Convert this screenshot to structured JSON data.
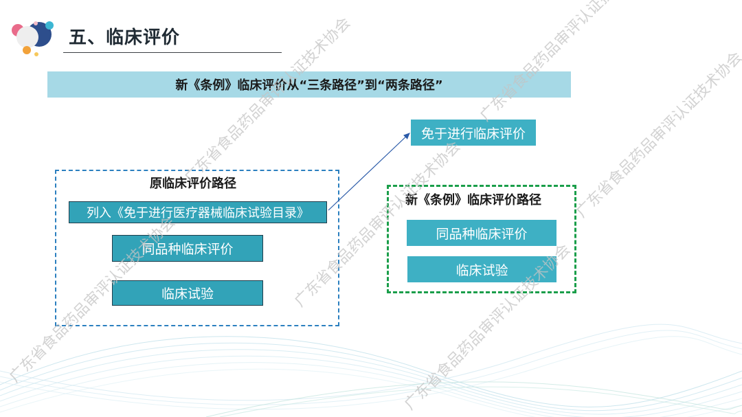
{
  "header": {
    "title": "五、临床评价"
  },
  "banner": {
    "text": "新《条例》临床评价从“三条路径”到“两条路径”"
  },
  "old_path": {
    "heading": "原临床评价路径",
    "items": [
      "列入《免于进行医疗器械临床试验目录》",
      "同品种临床评价",
      "临床试验"
    ]
  },
  "exempt_box": {
    "label": "免于进行临床评价"
  },
  "new_path": {
    "heading": "新《条例》临床评价路径",
    "items": [
      "同品种临床评价",
      "临床试验"
    ]
  },
  "watermark": {
    "text": "广东省食品药品审评认证技术协会"
  },
  "colors": {
    "teal_box": "#32a3b8",
    "banner_bg": "#a6d9e6",
    "blue_dash": "#2a7fbf",
    "green_dash": "#1a9e4a",
    "arrow": "#2a5aa8"
  }
}
